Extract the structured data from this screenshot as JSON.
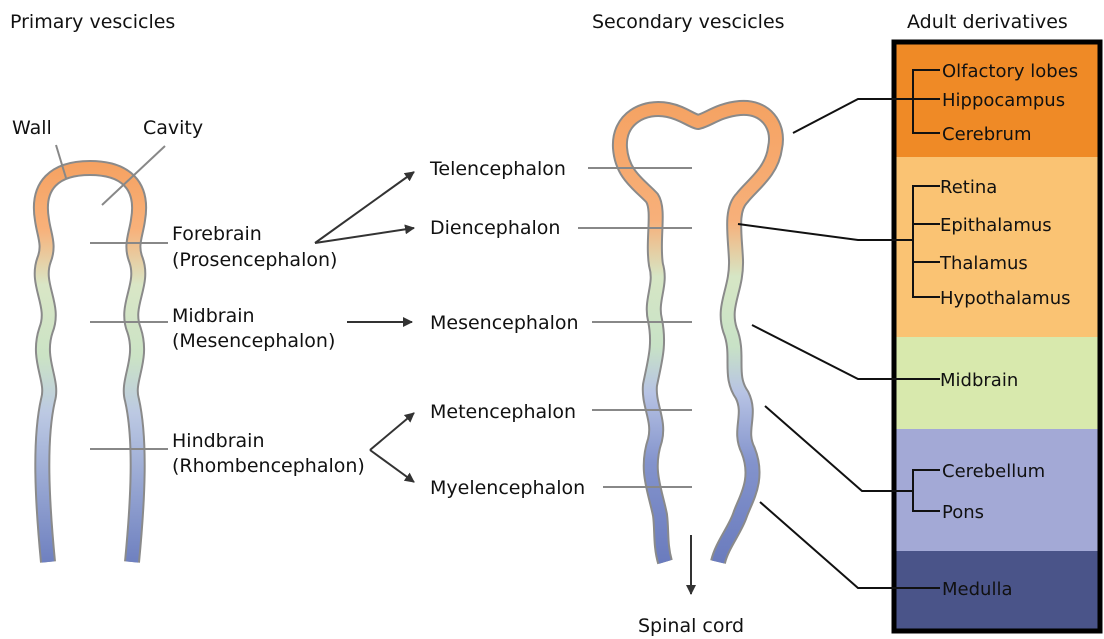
{
  "headers": {
    "primary": "Primary vescicles",
    "secondary": "Secondary vescicles",
    "adult": "Adult derivatives"
  },
  "primary": {
    "wall": "Wall",
    "cavity": "Cavity",
    "forebrain": "Forebrain",
    "forebrain_alt": "(Prosencephalon)",
    "midbrain": "Midbrain",
    "midbrain_alt": "(Mesencephalon)",
    "hindbrain": "Hindbrain",
    "hindbrain_alt": "(Rhombencephalon)"
  },
  "secondary": {
    "telencephalon": "Telencephalon",
    "diencephalon": "Diencephalon",
    "mesencephalon": "Mesencephalon",
    "metencephalon": "Metencephalon",
    "myelencephalon": "Myelencephalon",
    "spinal_cord": "Spinal cord"
  },
  "adult": {
    "olfactory": "Olfactory lobes",
    "hippocampus": "Hippocampus",
    "cerebrum": "Cerebrum",
    "retina": "Retina",
    "epithalamus": "Epithalamus",
    "thalamus": "Thalamus",
    "hypothalamus": "Hypothalamus",
    "midbrain": "Midbrain",
    "cerebellum": "Cerebellum",
    "pons": "Pons",
    "medulla": "Medulla"
  },
  "colors": {
    "forebrain_orange": "#f5a262",
    "midbrain_green": "#cfe5c4",
    "hindbrain_blue": "#7a8ac4",
    "box_telencephalon": "#ef8a26",
    "box_diencephalon": "#fac373",
    "box_mesencephalon": "#d8e9ad",
    "box_metencephalon": "#a3a9d6",
    "box_myelencephalon": "#4a5489"
  }
}
